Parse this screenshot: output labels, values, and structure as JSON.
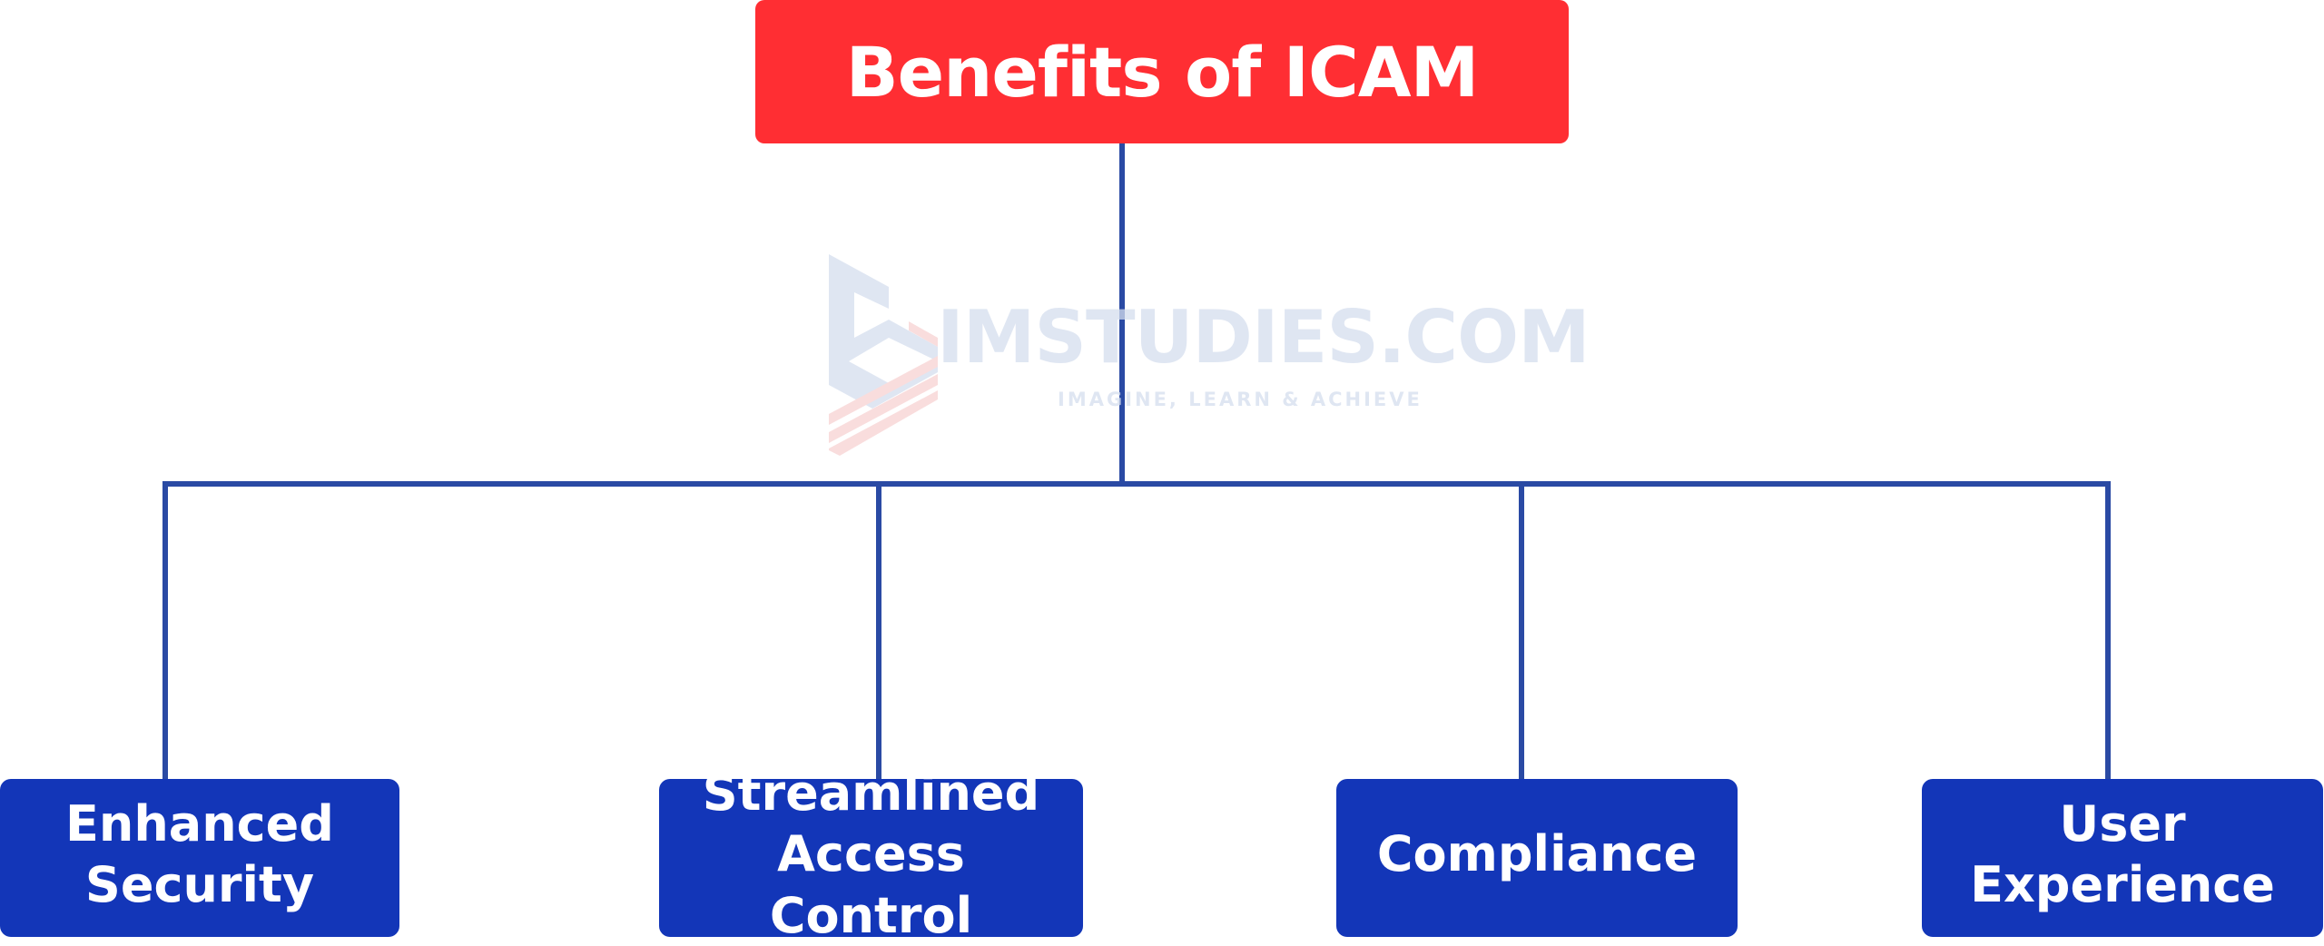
{
  "diagram": {
    "root": {
      "label": "Benefits of ICAM",
      "color": "#ff2e33"
    },
    "children": [
      {
        "label": "Enhanced\nSecurity"
      },
      {
        "label": "Streamlined\nAccess Control"
      },
      {
        "label": "Compliance"
      },
      {
        "label": "User\nExperience"
      }
    ],
    "child_color": "#1336b8",
    "connector_color": "#2a4aa4"
  },
  "watermark": {
    "brand": "IMSTUDIES.COM",
    "tagline": "IMAGINE, LEARN & ACHIEVE"
  }
}
